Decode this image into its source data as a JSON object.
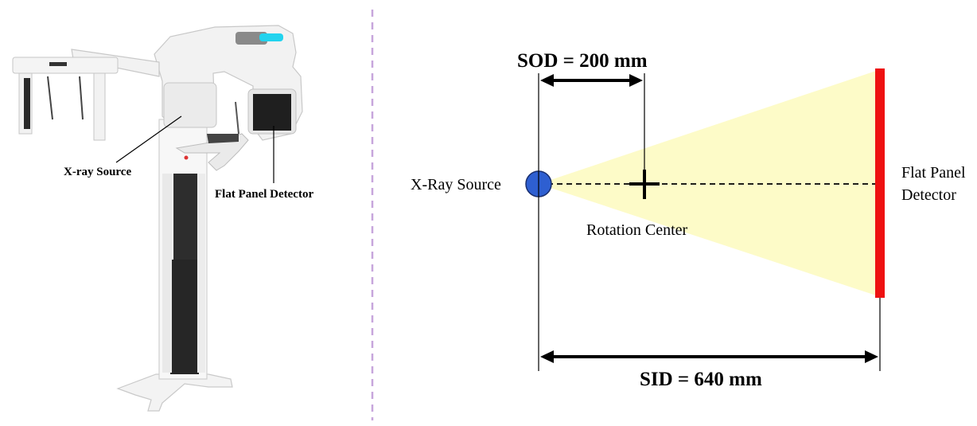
{
  "left_panel": {
    "xray_source_label": "X-ray Source",
    "flat_panel_label": "Flat Panel Detector"
  },
  "diagram": {
    "sod_label": "SOD = 200 mm",
    "sid_label": "SID = 640 mm",
    "xray_source_label": "X-Ray Source",
    "rotation_center_label": "Rotation Center",
    "detector_label_line1": "Flat Panel",
    "detector_label_line2": "Detector",
    "colors": {
      "beam": "#fdfbc8",
      "source": "#2e5fd1",
      "detector": "#ee1111",
      "divider": "#c7a6dc"
    }
  }
}
